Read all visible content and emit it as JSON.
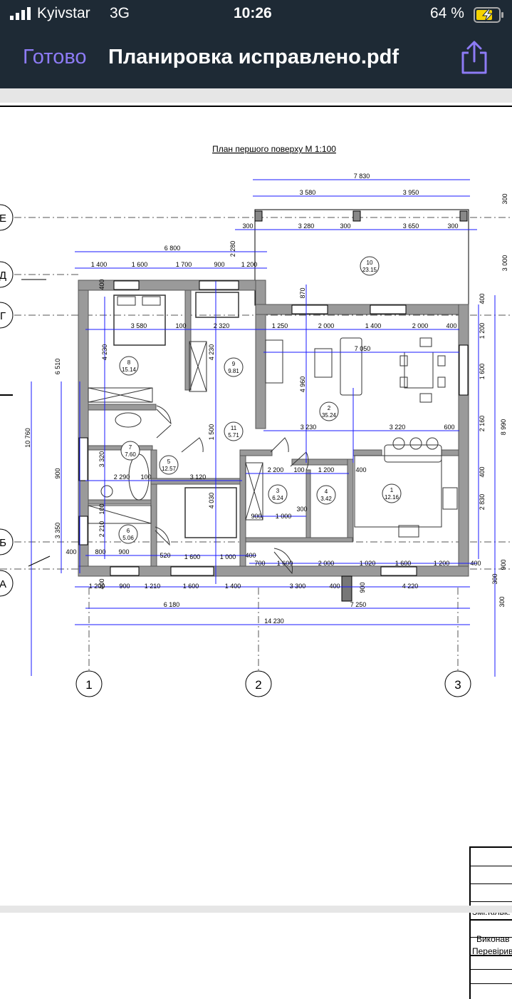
{
  "status_bar": {
    "carrier": "Kyivstar",
    "network": "3G",
    "time": "10:26",
    "battery": "64 %"
  },
  "nav": {
    "done_label": "Готово",
    "doc_title": "Планировка исправлено.pdf"
  },
  "drawing": {
    "title": "План першого поверху М 1:100",
    "axes_cols": [
      "1",
      "2",
      "3"
    ],
    "axes_rows": [
      "Е",
      "Д",
      "Г",
      "Б",
      "А"
    ],
    "rooms": [
      {
        "no": "1",
        "area": "12.16"
      },
      {
        "no": "2",
        "area": "35.24"
      },
      {
        "no": "3",
        "area": "6.24"
      },
      {
        "no": "4",
        "area": "3.42"
      },
      {
        "no": "5",
        "area": "12.57"
      },
      {
        "no": "6",
        "area": "5.06"
      },
      {
        "no": "7",
        "area": "7.60"
      },
      {
        "no": "8",
        "area": "15.14"
      },
      {
        "no": "9",
        "area": "9.81"
      },
      {
        "no": "10",
        "area": "23.15"
      },
      {
        "no": "11",
        "area": "5.71"
      }
    ],
    "dims_top": [
      "7 830",
      "3 580",
      "3 950",
      "3 280",
      "3 650",
      "300",
      "300",
      "300",
      "6 800",
      "1 400",
      "1 600",
      "1 700",
      "900",
      "1 200",
      "2 280",
      "870"
    ],
    "dims_inner": [
      "3 580",
      "100",
      "2 320",
      "1 250",
      "2 000",
      "1 400",
      "2 000",
      "400",
      "7 050",
      "4 230",
      "4 230",
      "4 960",
      "3 230",
      "3 220",
      "600",
      "1 500",
      "2 290",
      "100",
      "3 120",
      "2 200",
      "100",
      "1 200",
      "400",
      "3 320",
      "4 030",
      "900",
      "1 000",
      "300",
      "2 210",
      "100",
      "520",
      "1 600",
      "1 000",
      "400",
      "800",
      "900"
    ],
    "dims_bottom": [
      "700",
      "1 600",
      "2 000",
      "1 020",
      "1 600",
      "1 200",
      "400",
      "1 200",
      "900",
      "1 210",
      "1 600",
      "1 400",
      "3 300",
      "400",
      "4 220",
      "6 180",
      "7 250",
      "14 230",
      "900"
    ],
    "dims_left": [
      "10 760",
      "6 510",
      "900",
      "3 350",
      "400",
      "400",
      "400"
    ],
    "dims_right": [
      "300",
      "3 000",
      "400",
      "1 200",
      "1 600",
      "2 160",
      "8 990",
      "400",
      "2 830",
      "900",
      "300",
      "300"
    ]
  },
  "title_block": {
    "change_label": "Змі.",
    "count_label": "Кільк.",
    "executed_label": "Виконав",
    "checked_label": "Перевірив"
  }
}
